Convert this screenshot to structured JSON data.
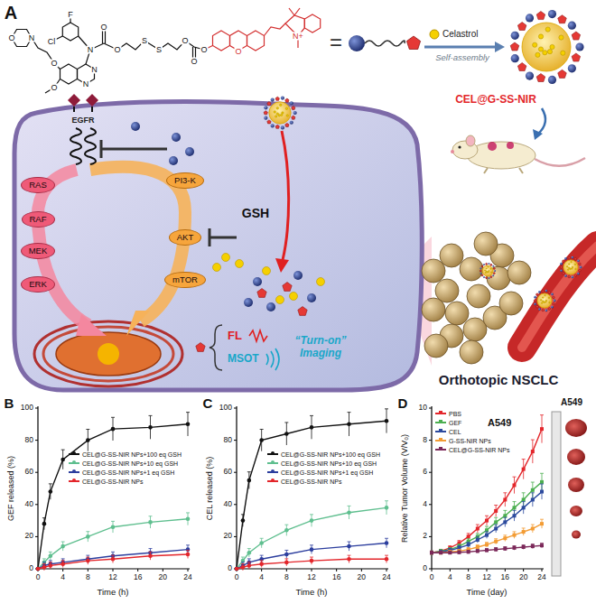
{
  "diagram": {
    "nodes": [
      {
        "text": [
          "RAS"
        ]
      },
      {
        "text": [
          "RAF"
        ]
      },
      {
        "text": [
          "MEK"
        ]
      },
      {
        "text": [
          "ERK"
        ]
      },
      {
        "text": [
          "PI3-K"
        ]
      },
      {
        "text": [
          "AKT"
        ]
      },
      {
        "text": [
          "mTOR"
        ]
      }
    ],
    "labels": [
      "A",
      "O",
      "N",
      "O",
      "O",
      "N",
      "N",
      "Cl",
      "F",
      "N",
      "O",
      "O",
      "S",
      "S",
      "O",
      "O",
      "O",
      "O",
      "N+",
      "=",
      "Celastrol",
      "Self-assembly",
      "CEL@G-SS-NIR",
      "EGFR",
      "GSH",
      "FL",
      "MSOT",
      "“Turn-on” Imaging",
      "Orthotopic NSCLC",
      "B",
      "GEF released (%)",
      "Time (h)",
      "0",
      "20",
      "40",
      "60",
      "80",
      "100",
      "0",
      "4",
      "8",
      "12",
      "16",
      "20",
      "24",
      "C",
      "CEL released (%)",
      "Time (h)",
      "0",
      "20",
      "40",
      "60",
      "80",
      "100",
      "0",
      "4",
      "8",
      "12",
      "16",
      "20",
      "24",
      "D",
      "Relative Tumor Volume (V/V₀)",
      "Time (day)",
      "0",
      "2",
      "4",
      "6",
      "8",
      "10",
      "0",
      "4",
      "8",
      "12",
      "16",
      "20",
      "24",
      "A549",
      "A549"
    ],
    "legend": [
      {
        "text": "CEL@G-SS-NIR NPs+100 eq GSH",
        "color": "#111111"
      },
      {
        "text": "CEL@G-SS-NIR NPs+10 eq GSH",
        "color": "#5fbf8f"
      },
      {
        "text": "CEL@G-SS-NIR NPs+1 eq GSH",
        "color": "#2c3e9e"
      },
      {
        "text": "CEL@G-SS-NIR NPs",
        "color": "#e3262b"
      },
      {
        "text": "CEL@G-SS-NIR NPs+100 eq GSH",
        "color": "#111111"
      },
      {
        "text": "CEL@G-SS-NIR NPs+10 eq GSH",
        "color": "#5fbf8f"
      },
      {
        "text": "CEL@G-SS-NIR NPs+1 eq GSH",
        "color": "#2c3e9e"
      },
      {
        "text": "CEL@G-SS-NIR NPs",
        "color": "#e3262b"
      },
      {
        "text": "PBS",
        "color": "#e3262b"
      },
      {
        "text": "GEF",
        "color": "#4caf50"
      },
      {
        "text": "CEL",
        "color": "#2c4a9e"
      },
      {
        "text": "G-SS-NIR NPs",
        "color": "#f39c34"
      },
      {
        "text": "CEL@G-SS-NIR NPs",
        "color": "#7b2859"
      }
    ]
  }
}
